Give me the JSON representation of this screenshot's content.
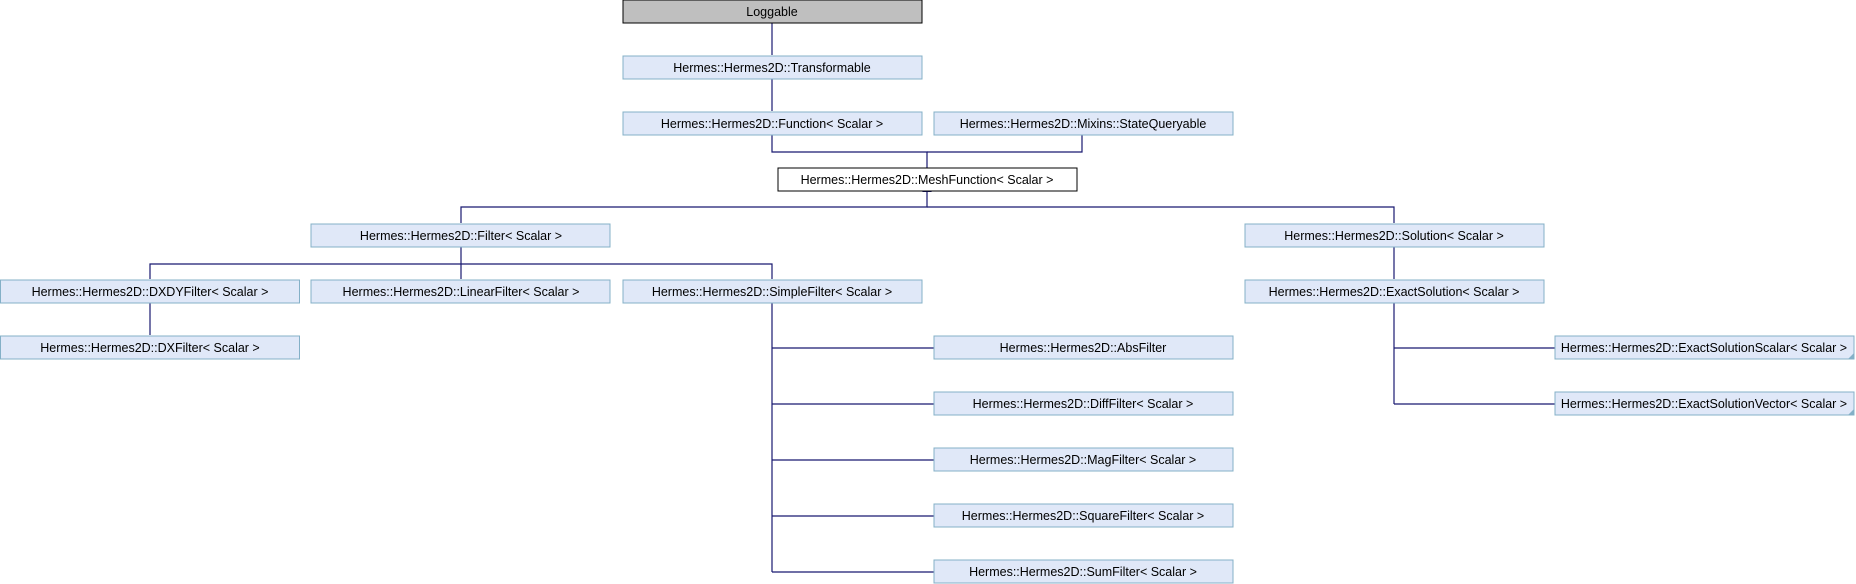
{
  "nodes": {
    "loggable": "Loggable",
    "transformable": "Hermes::Hermes2D::Transformable",
    "function": "Hermes::Hermes2D::Function< Scalar >",
    "state_queryable": "Hermes::Hermes2D::Mixins::StateQueryable",
    "mesh_function": "Hermes::Hermes2D::MeshFunction< Scalar >",
    "filter": "Hermes::Hermes2D::Filter< Scalar >",
    "solution": "Hermes::Hermes2D::Solution< Scalar >",
    "dxdy_filter": "Hermes::Hermes2D::DXDYFilter< Scalar >",
    "linear_filter": "Hermes::Hermes2D::LinearFilter< Scalar >",
    "simple_filter": "Hermes::Hermes2D::SimpleFilter< Scalar >",
    "exact_solution": "Hermes::Hermes2D::ExactSolution< Scalar >",
    "dx_filter": "Hermes::Hermes2D::DXFilter< Scalar >",
    "abs_filter": "Hermes::Hermes2D::AbsFilter",
    "diff_filter": "Hermes::Hermes2D::DiffFilter< Scalar >",
    "mag_filter": "Hermes::Hermes2D::MagFilter< Scalar >",
    "square_filter": "Hermes::Hermes2D::SquareFilter< Scalar >",
    "sum_filter": "Hermes::Hermes2D::SumFilter< Scalar >",
    "exact_solution_scalar": "Hermes::Hermes2D::ExactSolutionScalar< Scalar >",
    "exact_solution_vector": "Hermes::Hermes2D::ExactSolutionVector< Scalar >"
  },
  "colors": {
    "root_fill": "#bfbfbf",
    "class_fill": "#e0e8f8",
    "class_border": "#84b0c7",
    "current_fill": "#ffffff",
    "current_border": "#000000",
    "edge": "#191970"
  }
}
